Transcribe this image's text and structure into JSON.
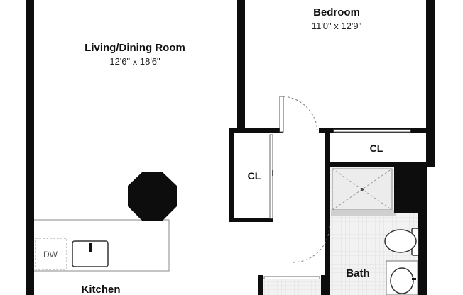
{
  "rooms": {
    "living": {
      "name": "Living/Dining Room",
      "dimensions": "12'6\" x 18'6\""
    },
    "bedroom": {
      "name": "Bedroom",
      "dimensions": "11'0\" x 12'9\""
    },
    "kitchen": {
      "name": "Kitchen"
    },
    "bath": {
      "name": "Bath"
    }
  },
  "closets": {
    "hall": "CL",
    "bedroom": "CL"
  },
  "appliances": {
    "dishwasher": "DW"
  }
}
